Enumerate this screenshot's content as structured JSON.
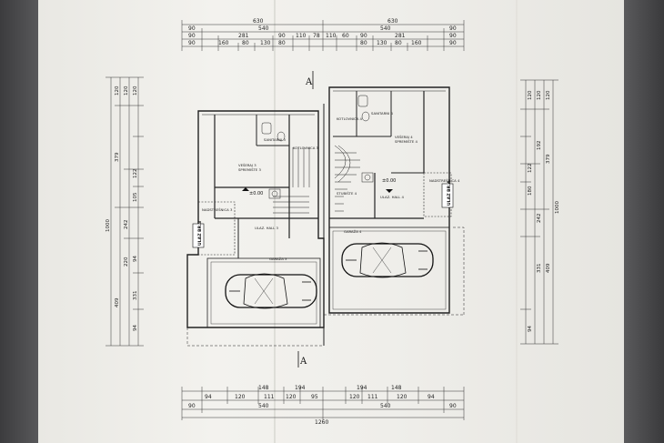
{
  "dimensions": {
    "top_total": [
      "630",
      "630"
    ],
    "top_row2": [
      "90",
      "540",
      "540",
      "90"
    ],
    "top_row3": [
      "90",
      "281",
      "90",
      "110",
      "78",
      "110",
      "60",
      "90",
      "281",
      "90"
    ],
    "top_row4": [
      "90",
      "160",
      "80",
      "130",
      "80",
      "80",
      "130",
      "80",
      "160",
      "90"
    ],
    "bottom_row1": [
      "148",
      "194",
      "194",
      "148"
    ],
    "bottom_row2": [
      "94",
      "120",
      "111",
      "120",
      "95",
      "120",
      "111",
      "120",
      "94"
    ],
    "bottom_row3": [
      "90",
      "540",
      "540",
      "90"
    ],
    "bottom_total": "1260",
    "left_total": "1000",
    "left_a": [
      "120",
      "379",
      "409"
    ],
    "left_b": [
      "120",
      "242",
      "220",
      "331"
    ],
    "left_c": [
      "120",
      "122",
      "105",
      "94",
      "94"
    ],
    "right_total": "1000",
    "right_a": [
      "120",
      "379",
      "409"
    ],
    "right_b": [
      "120",
      "192",
      "242",
      "331"
    ],
    "right_c": [
      "120",
      "122",
      "180",
      "94"
    ]
  },
  "section_marks": [
    "A",
    "A"
  ],
  "rooms": {
    "left_unit": {
      "nadstresnica": "NADSTREŠNICA 3",
      "vecesoba": "VEŠERAJ 3\nSPREMIŠTE 3",
      "kotlovnica": "KOTLOVNICA 3",
      "sanitarni": "SANITARNI 3",
      "ulaz_hall": "ULAZ. HALL 3",
      "garaza": "GARAŽA 3",
      "ulaz_label": "ULAZ BR.3"
    },
    "right_unit": {
      "kotlovnica": "KOTLOVNICA 4",
      "sanitarni": "SANITARNI 4",
      "vecesoba": "VEŠERAJ 4\nSPREMIŠTE 4",
      "nadstresnica": "NADSTREŠNICA 4",
      "stubiste": "STUBIŠTE 4",
      "ulaz_hall": "ULAZ. HALL 4",
      "garaza": "GARAŽA 4",
      "ulaz_label": "ULAZ BR.4"
    }
  },
  "levels": [
    "±0.00",
    "±0.00"
  ]
}
